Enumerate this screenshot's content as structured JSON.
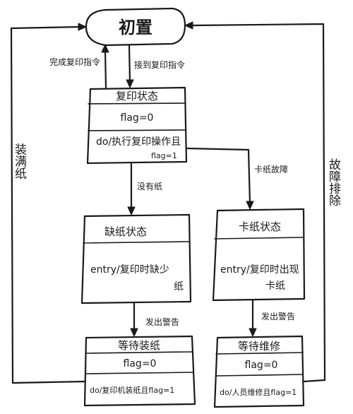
{
  "initial": {
    "title": "初置"
  },
  "states": {
    "print": {
      "name": "复印状态",
      "line1": "flag=0",
      "line2": "do/执行复印操作且",
      "line3": "flag=1"
    },
    "no_paper": {
      "name": "缺纸状态",
      "line1": "entry/复印时缺少",
      "line2": "纸"
    },
    "jam": {
      "name": "卡纸状态",
      "line1": "entry/复印时出现",
      "line2": "卡纸"
    },
    "wait_paper": {
      "name": "等待装纸",
      "line1": "flag=0",
      "line2": "do/复印机装纸且flag=1"
    },
    "wait_repair": {
      "name": "等待维修",
      "line1": "flag=0",
      "line2": "do/人员维修且flag=1"
    }
  },
  "transitions": {
    "done": "完成复印指令",
    "receive": "接到复印指令",
    "no_paper": "没有纸",
    "jam": "卡纸故障",
    "alarm_left": "发出警告",
    "alarm_right": "发出警告",
    "paper_full": "装满纸",
    "fault_cleared": "故障排除"
  }
}
